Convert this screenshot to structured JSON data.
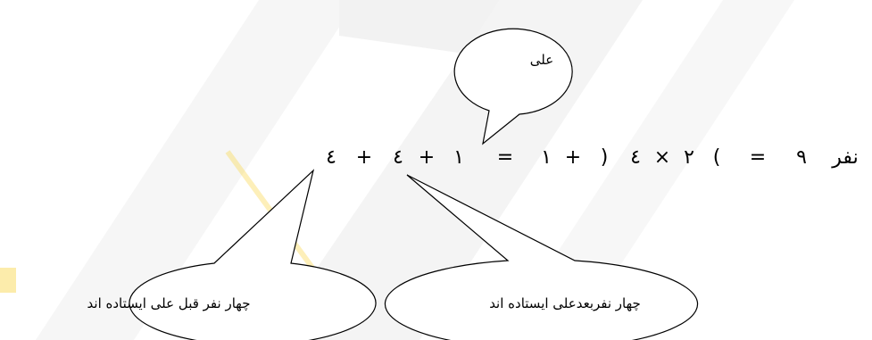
{
  "equation": {
    "unit_word": "نفر",
    "total": "٩",
    "eq_sign_1": "=",
    "paren_open": "(",
    "factor_a": "٢",
    "times": "×",
    "factor_b": "٤",
    "paren_close": ")",
    "plus_1": "+",
    "one_a": "١",
    "eq_sign_2": "=",
    "one_b": "١",
    "plus_2": "+",
    "four_a": "٤",
    "plus_3": "+",
    "four_b": "٤"
  },
  "callouts": {
    "ali": "علی",
    "after_ali": "چهار نفربعدعلی ایستاده اند",
    "before_ali": "چهار نفر قبل علی ایستاده اند"
  },
  "colors": {
    "background_watermark": "#e6e6e6",
    "watermark_accent_yellow": "#f5c400",
    "stroke": "#000000"
  }
}
